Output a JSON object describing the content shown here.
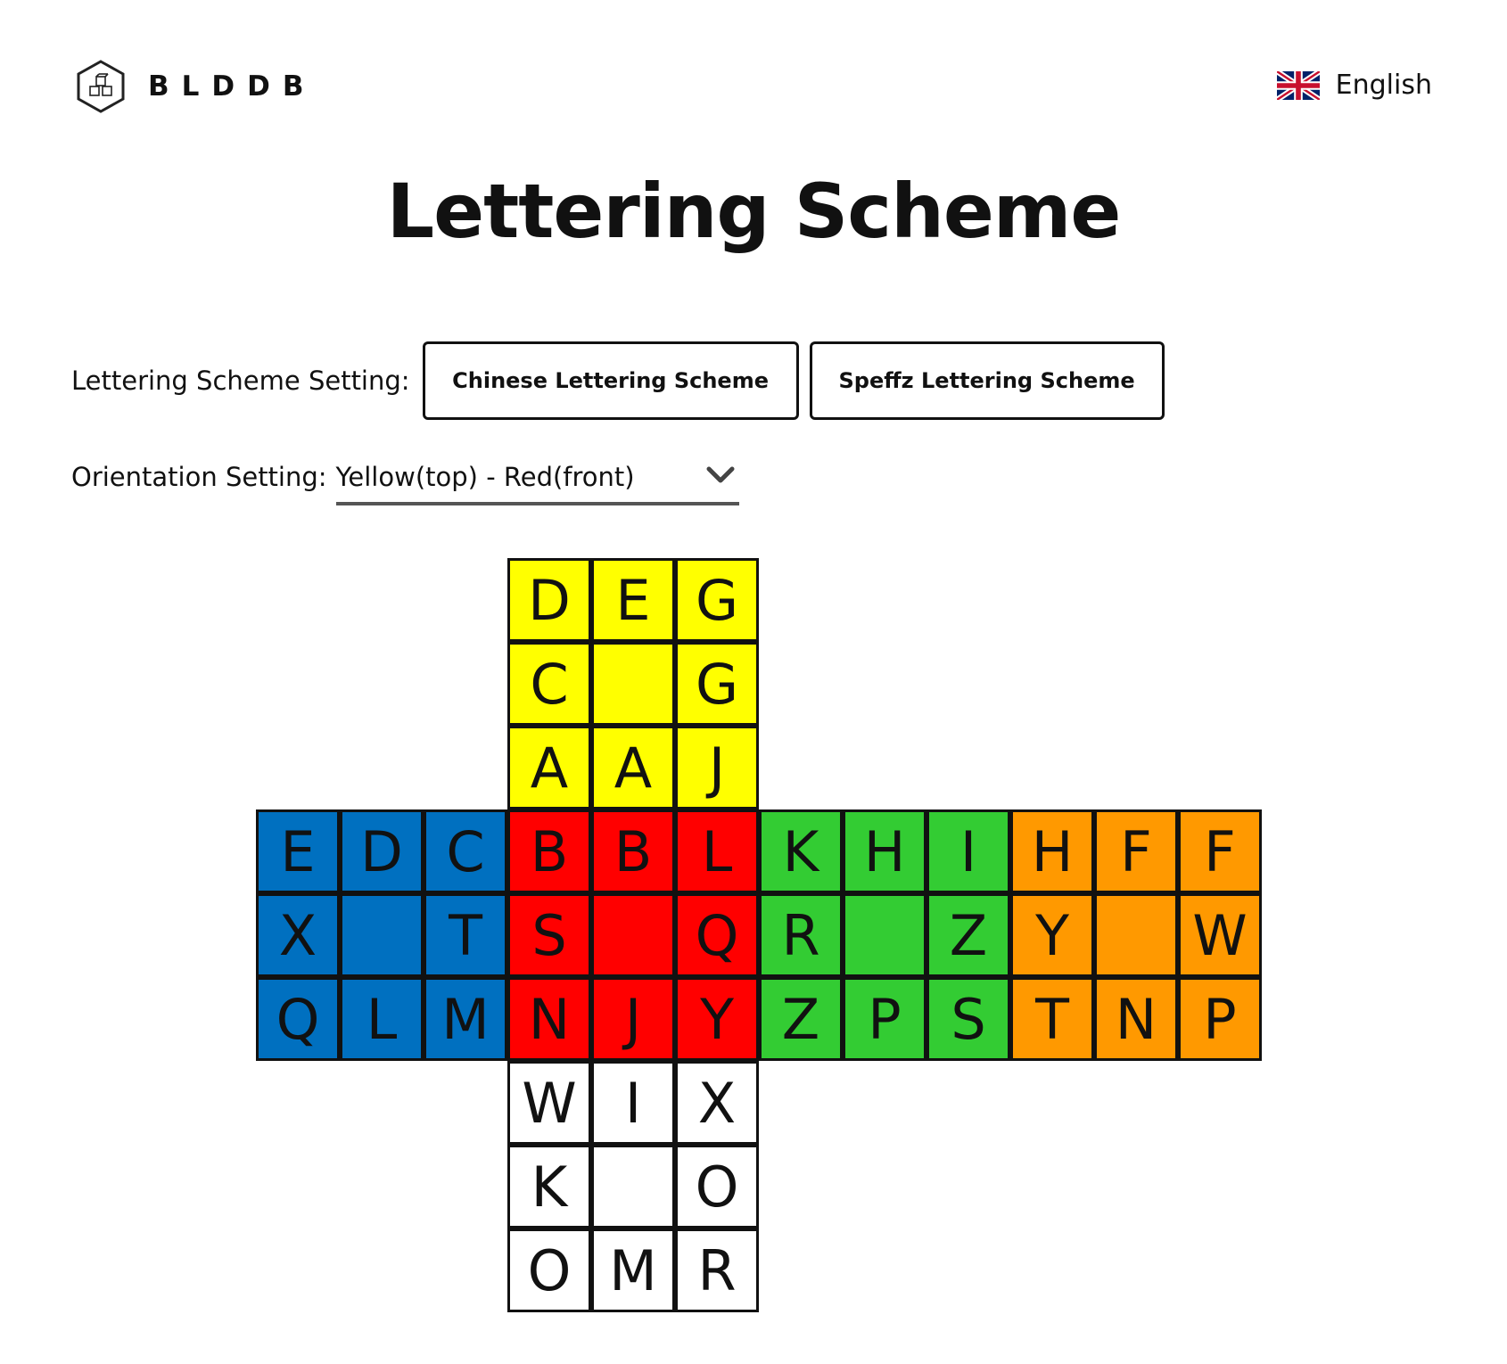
{
  "header": {
    "brand": "BLDDB",
    "logo_icon": "cube-hexagon-icon",
    "language": {
      "label": "English",
      "flag_icon": "uk-flag-icon"
    }
  },
  "page_title": "Lettering Scheme",
  "lettering_setting": {
    "label": "Lettering Scheme Setting:",
    "buttons": [
      "Chinese Lettering Scheme",
      "Speffz Lettering Scheme"
    ]
  },
  "orientation_setting": {
    "label": "Orientation Setting:",
    "selected": "Yellow(top) - Red(front)",
    "arrow_icon": "chevron-down-icon"
  },
  "colors": {
    "yellow": "#ffff00",
    "blue": "#0070c0",
    "red": "#ff0000",
    "green": "#33cc33",
    "orange": "#ff9900",
    "white": "#ffffff",
    "border": "#111111"
  },
  "cube_net": {
    "faces": [
      {
        "name": "top",
        "color": "yellow",
        "letters": [
          "D",
          "E",
          "G",
          "C",
          "",
          "G",
          "A",
          "A",
          "J"
        ]
      },
      {
        "name": "left",
        "color": "blue",
        "letters": [
          "E",
          "D",
          "C",
          "X",
          "",
          "T",
          "Q",
          "L",
          "M"
        ]
      },
      {
        "name": "front",
        "color": "red",
        "letters": [
          "B",
          "B",
          "L",
          "S",
          "",
          "Q",
          "N",
          "J",
          "Y"
        ]
      },
      {
        "name": "right",
        "color": "green",
        "letters": [
          "K",
          "H",
          "I",
          "R",
          "",
          "Z",
          "Z",
          "P",
          "S"
        ]
      },
      {
        "name": "back",
        "color": "orange",
        "letters": [
          "H",
          "F",
          "F",
          "Y",
          "",
          "W",
          "T",
          "N",
          "P"
        ]
      },
      {
        "name": "bottom",
        "color": "white",
        "letters": [
          "W",
          "I",
          "X",
          "K",
          "",
          "O",
          "O",
          "M",
          "R"
        ]
      }
    ]
  }
}
